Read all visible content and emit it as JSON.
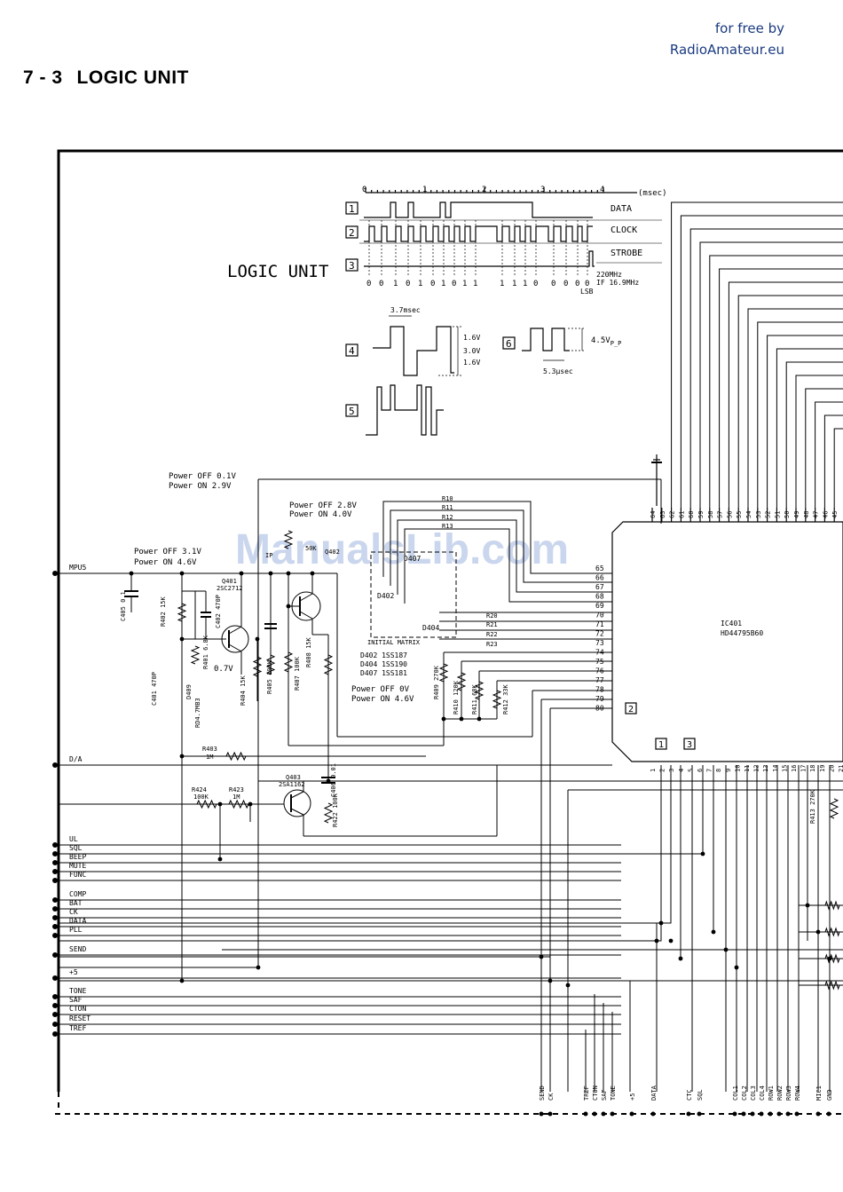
{
  "credit": {
    "line1": "for free by",
    "line2": "RadioAmateur.eu"
  },
  "title": {
    "number": "7 - 3",
    "text": "LOGIC UNIT"
  },
  "watermark": "ManualsLib.com",
  "timing": {
    "ruler_ticks": [
      "0",
      "1",
      "2",
      "3",
      "4"
    ],
    "ruler_unit": "(msec)",
    "section_label": "LOGIC UNIT",
    "signals": [
      "DATA",
      "CLOCK",
      "STROBE"
    ],
    "markers": [
      "1",
      "2",
      "3",
      "4",
      "5",
      "6"
    ],
    "bit_labels": [
      "0",
      "0",
      "1",
      "0",
      "1",
      "0",
      "1",
      "0",
      "1",
      "1",
      "1",
      "1",
      "1",
      "0",
      "0",
      "0",
      "0",
      "0"
    ],
    "freq_note": "220MHz",
    "if_note": "IF 16.9MHz",
    "lsb": "LSB",
    "w4_period": "3.7msec",
    "w4_levels": [
      "1.6V",
      "3.0V",
      "1.6V"
    ],
    "w6_amp": "4.5V",
    "w6_amp_sub": "P_P",
    "w6_period": "5.3μsec"
  },
  "notes": {
    "n1_off": "Power OFF 0.1V",
    "n1_on": "Power ON  2.9V",
    "n2_off": "Power OFF 2.8V",
    "n2_on": "Power ON  4.0V",
    "n3_off": "Power OFF 3.1V",
    "n3_on": "Power ON  4.6V",
    "n4_off": "Power OFF 0V",
    "n4_on": "Power ON  4.6V",
    "q401_v": "0.7V"
  },
  "ic": {
    "ref": "IC401",
    "part": "HD44795B60",
    "top_pins": [
      "64",
      "63",
      "62",
      "61",
      "60",
      "59",
      "58",
      "57",
      "56",
      "55",
      "54",
      "53",
      "52",
      "51",
      "50",
      "49",
      "48",
      "47",
      "46",
      "45"
    ],
    "left_pins": [
      "65",
      "66",
      "67",
      "68",
      "69",
      "70",
      "71",
      "72",
      "73",
      "74",
      "75",
      "76",
      "77",
      "78",
      "79",
      "80"
    ],
    "bottom_pins": [
      "1",
      "2",
      "3",
      "4",
      "5",
      "6",
      "7",
      "8",
      "9",
      "10",
      "11",
      "12",
      "13",
      "14",
      "15",
      "16",
      "17",
      "18",
      "19",
      "20",
      "21"
    ]
  },
  "components": {
    "q401": "Q401",
    "q401_part": "2SC2712",
    "q402": "Q402",
    "q403": "Q403",
    "q403_part": "2SA1162",
    "c405": "C405 0.1",
    "c402": "C402 470P",
    "c401": "C401 470P",
    "c406": "C406 0.01",
    "d409": "D409",
    "d409_part": "RD4.7MB3",
    "r402": "R402 15K",
    "r401": "R401 6.8K",
    "r404": "R404 15K",
    "r405": "R405 100K",
    "r407": "R407 100K",
    "r408": "R408 15K",
    "r403": "R403",
    "r403_val": "1M",
    "r424": "R424",
    "r424_val": "100K",
    "r423": "R423",
    "r423_val": "1M",
    "r422": "R422 100K",
    "r409": "R409 270K",
    "r410": "R410 120K",
    "r411": "R411 68K",
    "r412": "R412 33K",
    "r413": "R413 270K",
    "r_small": "50K",
    "ip": "IP",
    "d_labels": [
      "D402",
      "D404",
      "D407"
    ],
    "matrix_label": "INITIAL MATRIX",
    "diode_parts": [
      "D402 1SS187",
      "D404 1SS190",
      "D407 1SS181"
    ],
    "r_matrix": [
      "R10",
      "R11",
      "R12",
      "R13",
      "R20",
      "R21",
      "R22",
      "R23"
    ]
  },
  "left_bus": [
    "MPU5",
    "D/A",
    "UL",
    "SQL",
    "BEEP",
    "MUTE",
    "FUNC",
    "COMP",
    "BAT",
    "CK",
    "DATA",
    "PLL",
    "SEND",
    "+5",
    "TONE",
    "SAF",
    "CTON",
    "RESET",
    "TREF"
  ],
  "bottom_bus": [
    "SEND",
    "CK",
    "TREF",
    "CTON",
    "SAF",
    "TONE",
    "+5",
    "DATA",
    "CTC",
    "SQL",
    "COL1",
    "COL2",
    "COL3",
    "COL4",
    "ROW1",
    "ROW2",
    "ROW3",
    "ROW4",
    "MIC1",
    "GND"
  ]
}
